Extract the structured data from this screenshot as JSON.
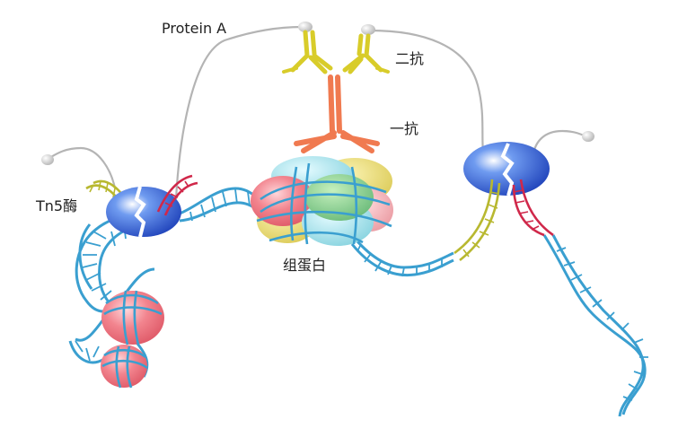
{
  "labels": {
    "protein_a": "Protein A",
    "secondary_antibody": "二抗",
    "primary_antibody": "一抗",
    "tn5": "Tn5酶",
    "histone": "组蛋白"
  },
  "colors": {
    "dna": "#3a9fd0",
    "tether": "#b4b4b4",
    "secondary_antibody": "#d8cc2a",
    "primary_antibody": "#f07a50",
    "tn5": "#2a5fd6",
    "adapter_yellow": "#b8b830",
    "adapter_red": "#d0284a",
    "nucleosome": "#ee7a86"
  }
}
